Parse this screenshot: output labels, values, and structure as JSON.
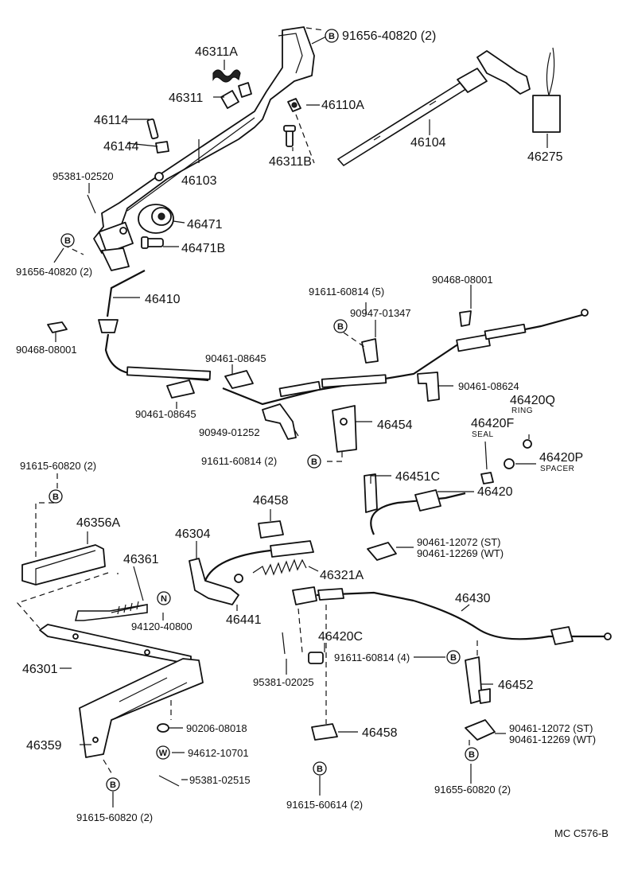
{
  "diagram": {
    "footer_code": "MC  C576-B",
    "labels": [
      {
        "id": "l1",
        "text": "91656-40820 (2)"
      },
      {
        "id": "l2",
        "text": "46311A"
      },
      {
        "id": "l3",
        "text": "46311"
      },
      {
        "id": "l4",
        "text": "46110A"
      },
      {
        "id": "l5",
        "text": "46114"
      },
      {
        "id": "l6",
        "text": "46144"
      },
      {
        "id": "l7",
        "text": "46104"
      },
      {
        "id": "l8",
        "text": "46275"
      },
      {
        "id": "l9",
        "text": "46311B"
      },
      {
        "id": "l10",
        "text": "95381-02520"
      },
      {
        "id": "l11",
        "text": "46103"
      },
      {
        "id": "l12",
        "text": "46471"
      },
      {
        "id": "l13",
        "text": "46471B"
      },
      {
        "id": "l14",
        "text": "91656-40820 (2)"
      },
      {
        "id": "l15",
        "text": "46410"
      },
      {
        "id": "l16",
        "text": "91611-60814 (5)"
      },
      {
        "id": "l17",
        "text": "90468-08001"
      },
      {
        "id": "l18",
        "text": "90947-01347"
      },
      {
        "id": "l19",
        "text": "90468-08001"
      },
      {
        "id": "l20",
        "text": "90461-08645"
      },
      {
        "id": "l21",
        "text": "90461-08624"
      },
      {
        "id": "l22",
        "text": "90461-08645"
      },
      {
        "id": "l23",
        "text": "46420Q"
      },
      {
        "id": "l24",
        "text": "RING"
      },
      {
        "id": "l25",
        "text": "46454"
      },
      {
        "id": "l26",
        "text": "90949-01252"
      },
      {
        "id": "l27",
        "text": "46420F"
      },
      {
        "id": "l28",
        "text": "SEAL"
      },
      {
        "id": "l29",
        "text": "46420P"
      },
      {
        "id": "l30",
        "text": "SPACER"
      },
      {
        "id": "l31",
        "text": "91611-60814 (2)"
      },
      {
        "id": "l32",
        "text": "91615-60820 (2)"
      },
      {
        "id": "l33",
        "text": "46451C"
      },
      {
        "id": "l34",
        "text": "46420"
      },
      {
        "id": "l35",
        "text": "46458"
      },
      {
        "id": "l36",
        "text": "46356A"
      },
      {
        "id": "l37",
        "text": "46304"
      },
      {
        "id": "l38",
        "text": "90461-12072 (ST)"
      },
      {
        "id": "l39",
        "text": "90461-12269 (WT)"
      },
      {
        "id": "l40",
        "text": "46361"
      },
      {
        "id": "l41",
        "text": "46321A"
      },
      {
        "id": "l42",
        "text": "46430"
      },
      {
        "id": "l43",
        "text": "46441"
      },
      {
        "id": "l44",
        "text": "94120-40800"
      },
      {
        "id": "l45",
        "text": "46420C"
      },
      {
        "id": "l46",
        "text": "46301"
      },
      {
        "id": "l47",
        "text": "91611-60814 (4)"
      },
      {
        "id": "l48",
        "text": "95381-02025"
      },
      {
        "id": "l49",
        "text": "46452"
      },
      {
        "id": "l50",
        "text": "90206-08018"
      },
      {
        "id": "l51",
        "text": "46458"
      },
      {
        "id": "l52",
        "text": "46359"
      },
      {
        "id": "l53",
        "text": "94612-10701"
      },
      {
        "id": "l54",
        "text": "90461-12072 (ST)"
      },
      {
        "id": "l55",
        "text": "90461-12269 (WT)"
      },
      {
        "id": "l56",
        "text": "95381-02515"
      },
      {
        "id": "l57",
        "text": "91615-60614 (2)"
      },
      {
        "id": "l58",
        "text": "91655-60820 (2)"
      },
      {
        "id": "l59",
        "text": "91615-60820 (2)"
      }
    ],
    "markers": [
      {
        "id": "m1",
        "letter": "B"
      },
      {
        "id": "m2",
        "letter": "B"
      },
      {
        "id": "m3",
        "letter": "B"
      },
      {
        "id": "m4",
        "letter": "B"
      },
      {
        "id": "m5",
        "letter": "B"
      },
      {
        "id": "m6",
        "letter": "N"
      },
      {
        "id": "m7",
        "letter": "B"
      },
      {
        "id": "m8",
        "letter": "W"
      },
      {
        "id": "m9",
        "letter": "B"
      },
      {
        "id": "m10",
        "letter": "B"
      },
      {
        "id": "m11",
        "letter": "B"
      },
      {
        "id": "m12",
        "letter": "B"
      }
    ]
  }
}
